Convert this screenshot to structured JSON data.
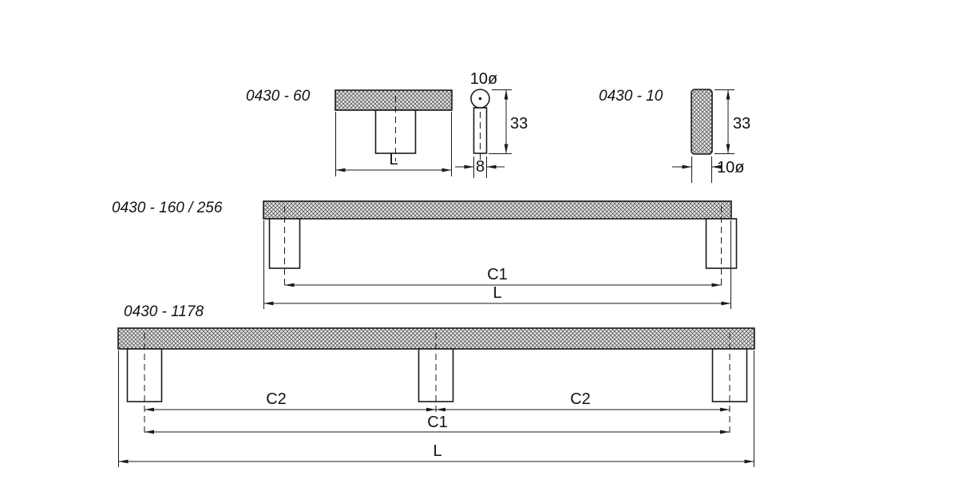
{
  "page": {
    "background": "#ffffff",
    "line_color": "#1a1a1a",
    "hatch_color": "#5a5a5a"
  },
  "diagrams": {
    "small_handle": {
      "label": "0430 - 60",
      "length_dim": "L"
    },
    "side_view": {
      "diameter_dim": "10ø",
      "height_dim": "33",
      "post_width_dim": "8"
    },
    "knob": {
      "label": "0430 - 10",
      "height_dim": "33",
      "diameter_dim": "10ø"
    },
    "medium_handle": {
      "label": "0430 - 160 / 256",
      "centers_dim": "C1",
      "length_dim": "L"
    },
    "long_handle": {
      "label": "0430 - 1178",
      "centers_left_dim": "C2",
      "centers_right_dim": "C2",
      "centers_overall_dim": "C1",
      "length_dim": "L"
    }
  }
}
